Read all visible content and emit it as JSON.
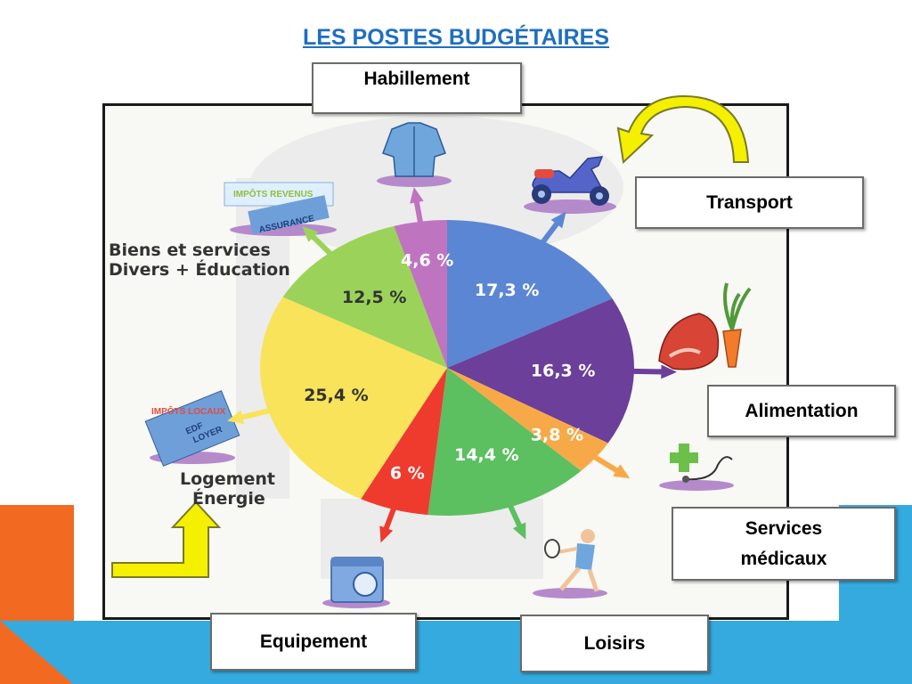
{
  "title": "LES POSTES BUDGÉTAIRES",
  "chart_data": {
    "type": "pie",
    "title": "LES POSTES BUDGÉTAIRES",
    "slices": [
      {
        "label": "Transport",
        "value": 17.3,
        "value_label": "17,3 %",
        "color": "#5b86d3"
      },
      {
        "label": "Alimentation",
        "value": 16.3,
        "value_label": "16,3 %",
        "color": "#6b3f9a"
      },
      {
        "label": "Services médicaux",
        "value": 3.8,
        "value_label": "3,8 %",
        "color": "#f7a948"
      },
      {
        "label": "Loisirs",
        "value": 14.4,
        "value_label": "14,4 %",
        "color": "#5cbf60"
      },
      {
        "label": "Equipement",
        "value": 6,
        "value_label": "6 %",
        "color": "#ee3b2e"
      },
      {
        "label": "Logement Énergie",
        "value": 25.4,
        "value_label": "25,4 %",
        "color": "#f8e35a"
      },
      {
        "label": "Biens et services Divers + Éducation",
        "value": 12.5,
        "value_label": "12,5 %",
        "color": "#9bd35a"
      },
      {
        "label": "Habillement",
        "value": 4.6,
        "value_label": "4,6 %",
        "color": "#bf74c0"
      }
    ]
  },
  "boxes": {
    "habillement": "Habillement",
    "transport": "Transport",
    "alimentation": "Alimentation",
    "services_line1": "Services",
    "services_line2": "médicaux",
    "equipement": "Equipement",
    "loisirs": "Loisirs"
  },
  "picture_labels": {
    "biens_line1": "Biens et services",
    "biens_line2": "Divers + Éducation",
    "logement_line1": "Logement",
    "logement_line2": "Énergie",
    "impots_revenus": "IMPÔTS REVENUS",
    "assurance": "ASSURANCE",
    "impots_locaux": "IMPÔTS LOCAUX",
    "edf": "EDF",
    "loyer": "LOYER"
  },
  "colors": {
    "arrow_yellow": "#f4f000",
    "arrow_outline": "#7a7a2a",
    "title_blue": "#1f6fc0"
  }
}
